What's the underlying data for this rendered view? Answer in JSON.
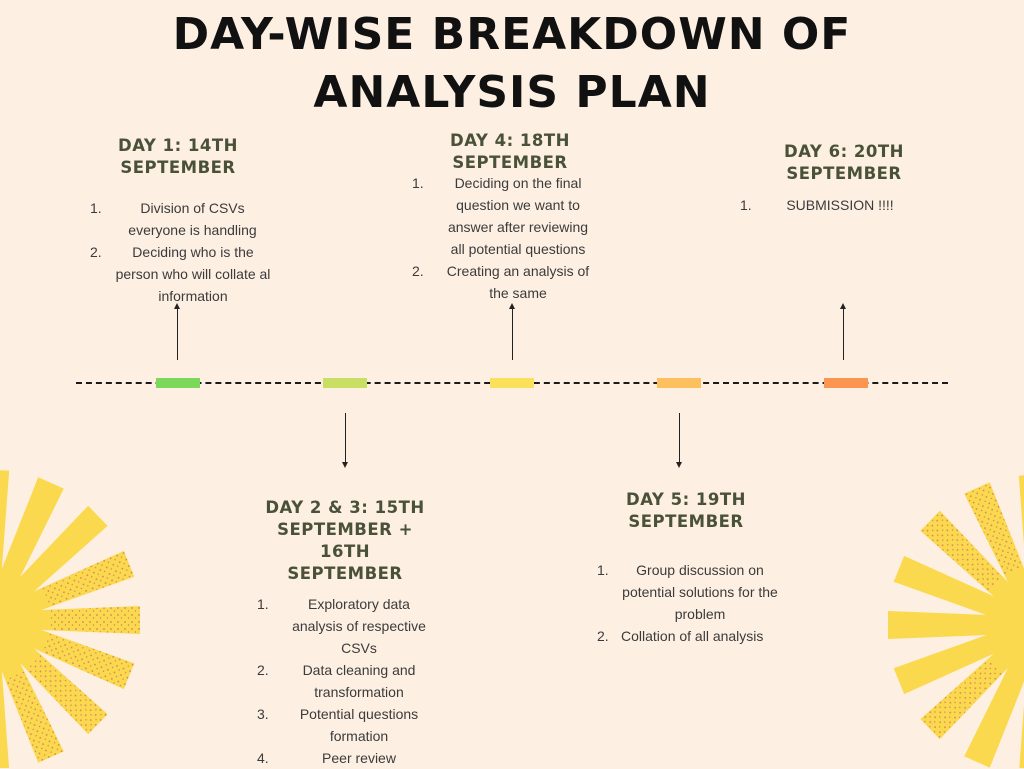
{
  "title": {
    "line1": "DAY-WISE BREAKDOWN OF",
    "line2": "ANALYSIS PLAN"
  },
  "colors": {
    "background": "#fdf0e3",
    "day1_marker": "#7cd85a",
    "day23_marker": "#c9df63",
    "day4_marker": "#fbe05a",
    "day5_marker": "#fcc15e",
    "day6_marker": "#fc9550",
    "sun_yellow": "#fbd94f",
    "sun_speckle": "#b6386a"
  },
  "days": {
    "day1": {
      "heading": [
        "DAY 1: 14TH",
        "SEPTEMBER"
      ],
      "tasks": [
        {
          "num": "1.",
          "lines": [
            "Division of CSVs",
            "everyone is handling"
          ]
        },
        {
          "num": "2.",
          "lines": [
            "Deciding who is the",
            "person who will collate al",
            "information"
          ]
        }
      ]
    },
    "day23": {
      "heading": [
        "DAY 2 & 3: 15TH",
        "SEPTEMBER +",
        "16TH",
        "SEPTEMBER"
      ],
      "tasks": [
        {
          "num": "1.",
          "lines": [
            "Exploratory data",
            "analysis of respective",
            "CSVs"
          ]
        },
        {
          "num": "2.",
          "lines": [
            "Data cleaning and",
            "transformation"
          ]
        },
        {
          "num": "3.",
          "lines": [
            "Potential questions",
            "formation"
          ]
        },
        {
          "num": "4.",
          "lines": [
            "Peer review"
          ]
        }
      ]
    },
    "day4": {
      "heading": [
        "DAY 4: 18TH",
        "SEPTEMBER"
      ],
      "tasks": [
        {
          "num": "1.",
          "lines": [
            "Deciding on the final",
            "question we want to",
            "answer after reviewing",
            "all potential questions"
          ]
        },
        {
          "num": "2.",
          "lines": [
            "Creating an analysis of",
            "the same"
          ]
        }
      ]
    },
    "day5": {
      "heading": [
        "DAY 5: 19TH",
        "SEPTEMBER"
      ],
      "tasks": [
        {
          "num": "1.",
          "lines": [
            "Group discussion on",
            "potential solutions for the",
            "problem"
          ]
        },
        {
          "num": "2.",
          "lines": [
            "Collation of all analysis"
          ]
        }
      ]
    },
    "day6": {
      "heading": [
        "DAY 6: 20TH",
        "SEPTEMBER"
      ],
      "tasks": [
        {
          "num": "1.",
          "lines": [
            "SUBMISSION !!!!"
          ]
        }
      ]
    }
  }
}
